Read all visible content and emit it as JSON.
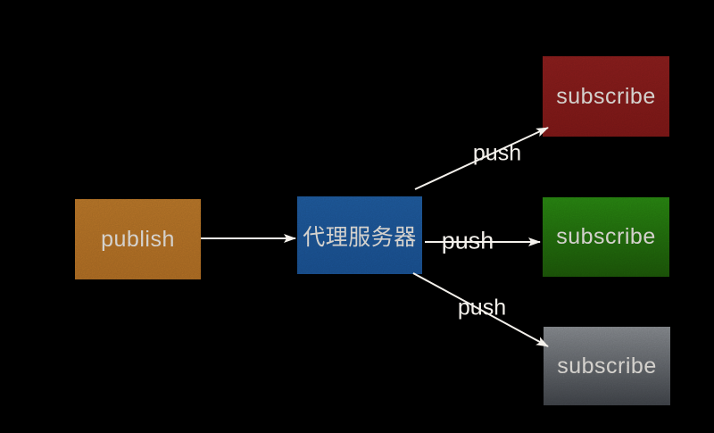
{
  "diagram": {
    "title": "publish-subscribe broker diagram",
    "background_color": "#000000",
    "text_color": "#f4f1ec",
    "nodes": {
      "publish": {
        "label": "publish",
        "color": "#bf7a29"
      },
      "proxy": {
        "label": "代理服务器",
        "color": "#1e5ba3"
      },
      "subscribe_top": {
        "label": "subscribe",
        "color": "#8e1c1b"
      },
      "subscribe_middle": {
        "label": "subscribe",
        "color_top": "#2c9013",
        "color_bottom": "#1f5e0a"
      },
      "subscribe_bottom": {
        "label": "subscribe",
        "color_top": "#91959a",
        "color_bottom": "#45494f"
      }
    },
    "edges": {
      "publish_to_proxy": {
        "from": "publish",
        "to": "proxy",
        "label": ""
      },
      "proxy_to_subscribe_top": {
        "from": "proxy",
        "to": "subscribe_top",
        "label": "push"
      },
      "proxy_to_subscribe_middle": {
        "from": "proxy",
        "to": "subscribe_middle",
        "label": "push"
      },
      "proxy_to_subscribe_bottom": {
        "from": "proxy",
        "to": "subscribe_bottom",
        "label": "push"
      }
    }
  }
}
